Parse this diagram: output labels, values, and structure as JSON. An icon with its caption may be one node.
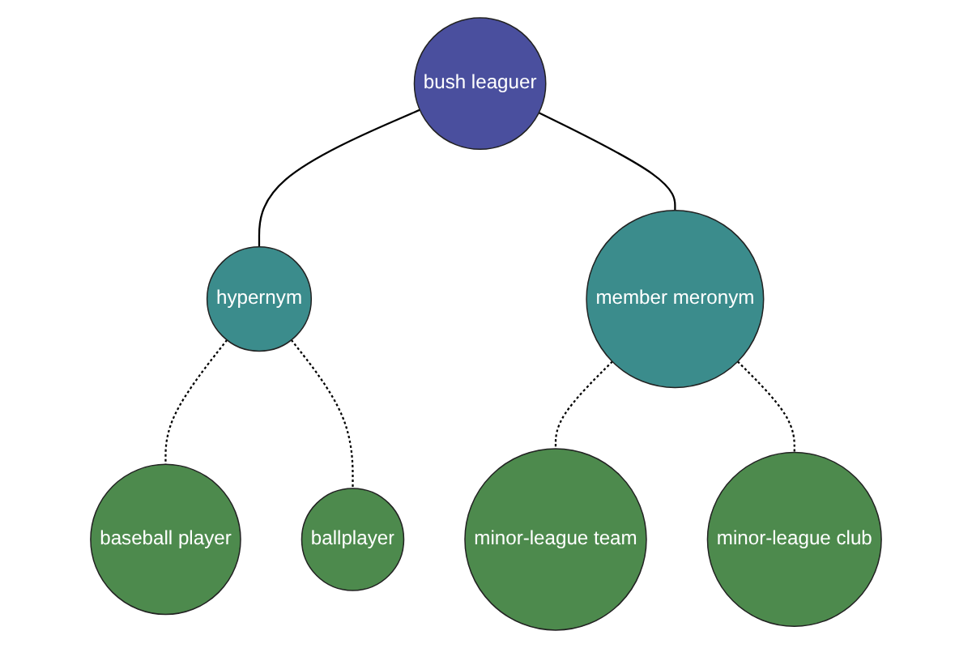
{
  "diagram": {
    "nodes": [
      {
        "text": [
          "bush leaguer"
        ]
      },
      {
        "text": [
          "hypernym"
        ]
      },
      {
        "text": [
          "baseball player"
        ]
      },
      {
        "text": [
          "ballplayer"
        ]
      },
      {
        "text": [
          "member meronym"
        ]
      },
      {
        "text": [
          "minor-league team"
        ]
      },
      {
        "text": [
          "minor-league club"
        ]
      }
    ],
    "edges": [
      {
        "from": 0,
        "to": 1,
        "arrow": "none"
      },
      {
        "from": 1,
        "to": 2,
        "arrow": "none",
        "style": "dashed"
      },
      {
        "from": 1,
        "to": 3,
        "arrow": "none",
        "style": "dashed"
      },
      {
        "from": 0,
        "to": 4,
        "arrow": "none"
      },
      {
        "from": 4,
        "to": 5,
        "arrow": "none",
        "style": "dashed"
      },
      {
        "from": 4,
        "to": 6,
        "arrow": "none",
        "style": "dashed"
      }
    ]
  }
}
